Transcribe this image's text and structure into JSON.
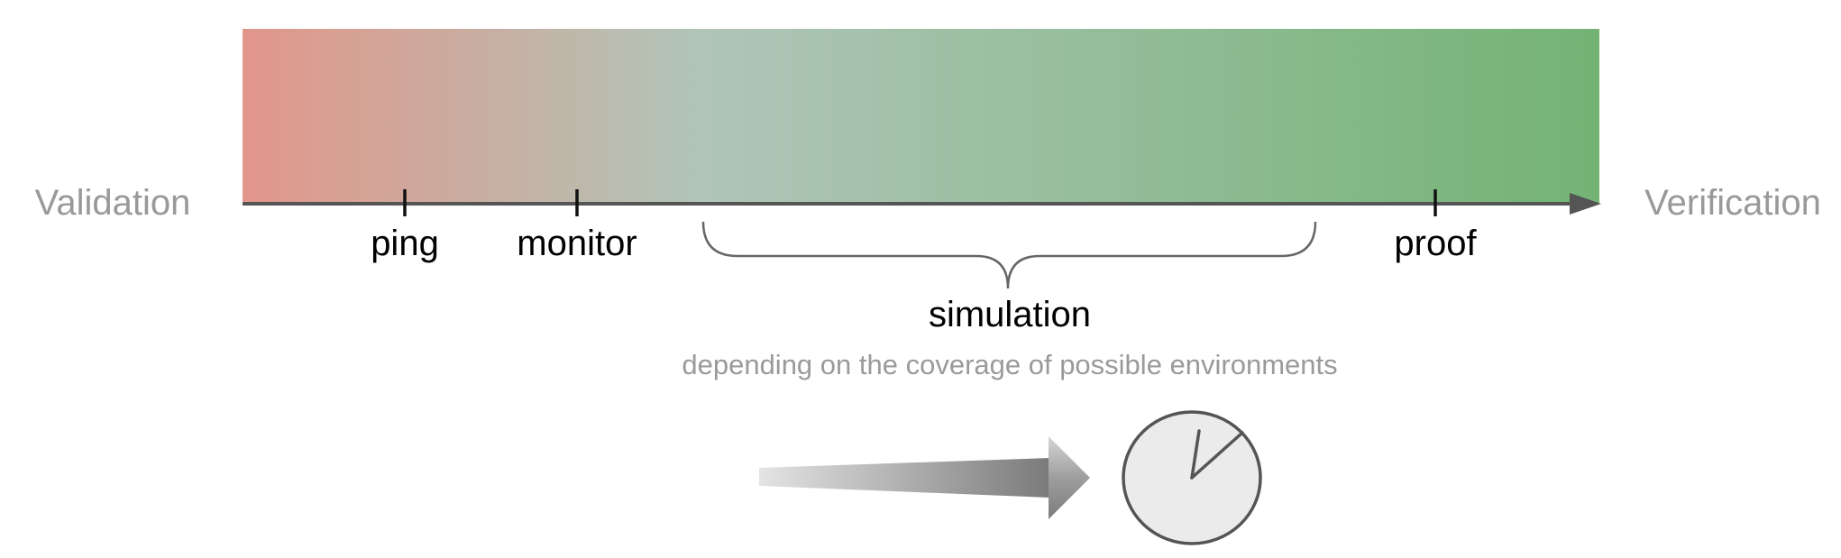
{
  "diagram": {
    "left_label": "Validation",
    "right_label": "Verification",
    "markers": [
      {
        "label": "ping"
      },
      {
        "label": "monitor"
      },
      {
        "label": "proof"
      }
    ],
    "range": {
      "label": "simulation",
      "note": "depending on the coverage of possible environments"
    },
    "colors": {
      "gradient_start": "#e2968a",
      "gradient_mid": "#b0c5b8",
      "gradient_end": "#73b374",
      "axis": "#555555",
      "side_label": "#999999",
      "note": "#9a9a9a",
      "tick": "#111111",
      "brace": "#666666",
      "clock_face": "#ebebeb",
      "clock_stroke": "#555555"
    },
    "icons": {
      "arrow": "increasing-arrow-icon",
      "clock": "clock-icon"
    }
  }
}
